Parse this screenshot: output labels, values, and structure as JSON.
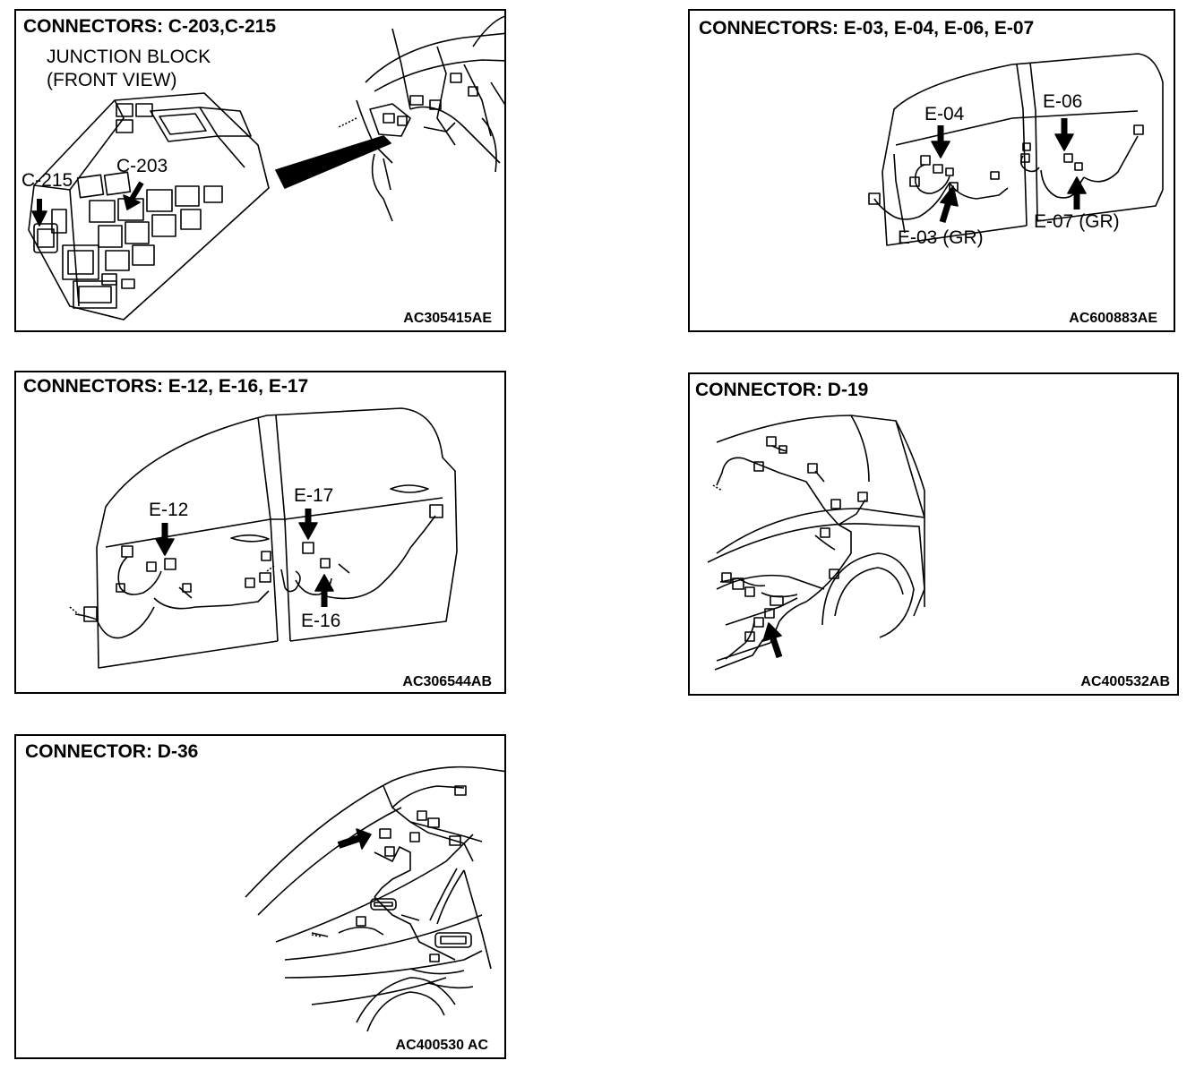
{
  "panels": [
    {
      "title": "CONNECTORS: C-203,C-215",
      "subtitle_line1": "JUNCTION BLOCK",
      "subtitle_line2": "(FRONT VIEW)",
      "labels": [
        "C-215",
        "C-203"
      ],
      "code": "AC305415AE"
    },
    {
      "title": "CONNECTORS: E-03, E-04, E-06, E-07",
      "labels": [
        "E-04",
        "E-06",
        "E-03 (GR)",
        "E-07 (GR)"
      ],
      "code": "AC600883AE"
    },
    {
      "title": "CONNECTORS: E-12, E-16, E-17",
      "labels": [
        "E-12",
        "E-17",
        "E-16"
      ],
      "code": "AC306544AB"
    },
    {
      "title": "CONNECTOR: D-19",
      "labels": [],
      "code": "AC400532AB"
    },
    {
      "title": "CONNECTOR: D-36",
      "labels": [],
      "code": "AC400530 AC"
    }
  ]
}
